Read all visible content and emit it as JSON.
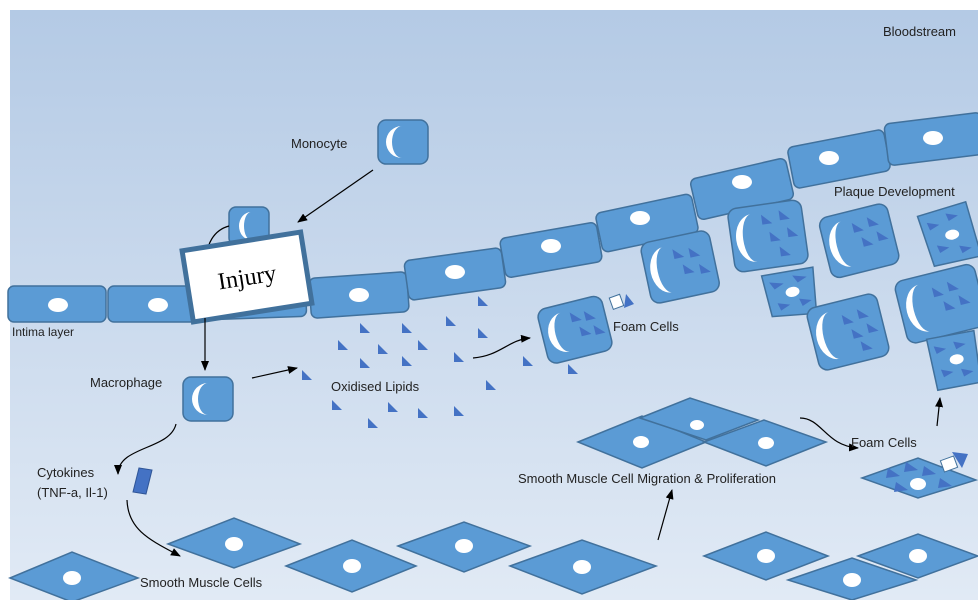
{
  "labels": {
    "bloodstream": "Bloodstream",
    "monocyte": "Monocyte",
    "plaque_development": "Plaque Development",
    "injury": "Injury",
    "intima_layer": "Intima layer",
    "foam_cells_top": "Foam Cells",
    "macrophage": "Macrophage",
    "oxidised_lipids": "Oxidised Lipids",
    "foam_cells_right": "Foam Cells",
    "cytokines_line1": "Cytokines",
    "cytokines_line2": "(TNF-a, Il-1)",
    "smc_migration": "Smooth Muscle Cell Migration & Proliferation",
    "smooth_muscle_cells": "Smooth Muscle Cells"
  },
  "colors": {
    "background_top": "#b7cce6",
    "background_bottom": "#dfe9f4",
    "cell_fill": "#5b9bd5",
    "cell_stroke": "#41719c",
    "lipid": "#4472c4",
    "arrow": "#000000"
  }
}
